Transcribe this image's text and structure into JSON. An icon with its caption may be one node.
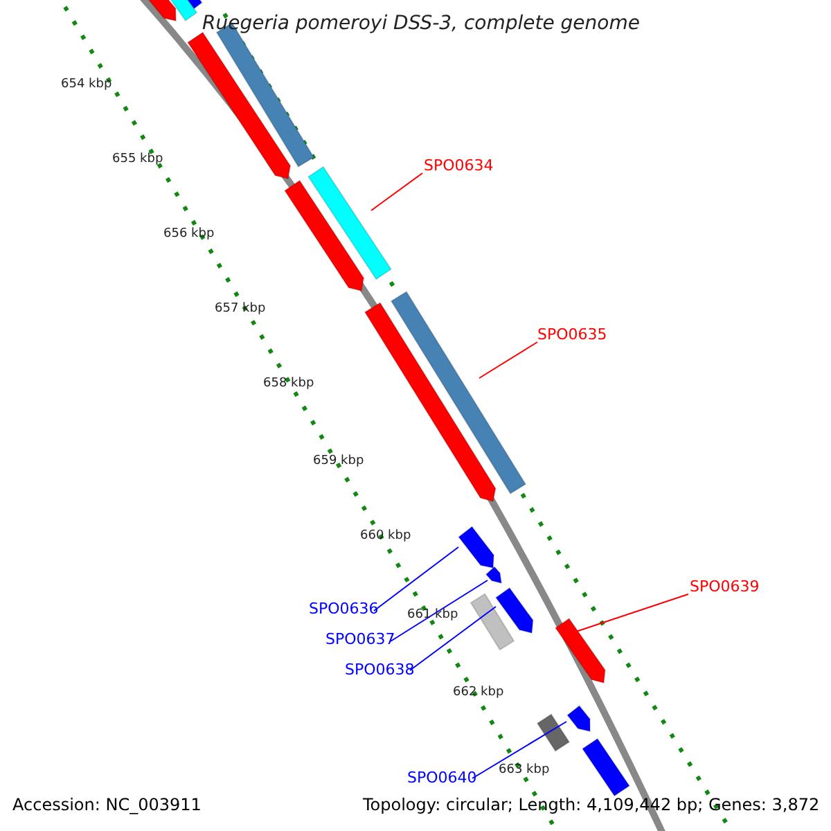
{
  "diagram": {
    "title": "Ruegeria pomeroyi DSS-3, complete genome",
    "nodes": [
      {
        "text": [],
        "shape": "arrow"
      },
      {
        "text": [],
        "shape": "bar"
      },
      {
        "text": [],
        "shape": "bar"
      },
      {
        "text": [],
        "shape": "arrow"
      },
      {
        "text": [],
        "shape": "bar"
      },
      {
        "text": [
          "SPO0634"
        ]
      },
      {
        "text": [],
        "shape": "arrow"
      },
      {
        "text": [],
        "shape": "bar"
      },
      {
        "text": [
          "SPO0635"
        ]
      },
      {
        "text": [],
        "shape": "arrow"
      },
      {
        "text": [],
        "shape": "bar"
      },
      {
        "text": [],
        "shape": "arrow"
      },
      {
        "text": [],
        "shape": "arrow"
      },
      {
        "text": [
          "SPO0636"
        ]
      },
      {
        "text": [
          "SPO0639"
        ]
      },
      {
        "text": [],
        "shape": "arrow"
      },
      {
        "text": [],
        "shape": "bar"
      },
      {
        "text": [
          "SPO0637"
        ]
      },
      {
        "text": [],
        "shape": "arrow"
      },
      {
        "text": [
          "SPO0638"
        ]
      },
      {
        "text": [],
        "shape": "bar"
      },
      {
        "text": [],
        "shape": "arrow"
      },
      {
        "text": [
          "SPO0640"
        ]
      },
      {
        "text": [],
        "shape": "bar"
      }
    ],
    "edges": [
      {
        "from": 5,
        "to": 7,
        "arrow": "none",
        "color": "#ff0000"
      },
      {
        "from": 8,
        "to": 10,
        "arrow": "none",
        "color": "#ff0000"
      },
      {
        "from": 13,
        "to": 11,
        "arrow": "none",
        "color": "#0000ff"
      },
      {
        "from": 17,
        "to": 12,
        "arrow": "none",
        "color": "#0000ff"
      },
      {
        "from": 19,
        "to": 15,
        "arrow": "none",
        "color": "#0000ff"
      },
      {
        "from": 14,
        "to": 18,
        "arrow": "none",
        "color": "#ff0000"
      },
      {
        "from": 22,
        "to": 21,
        "arrow": "none",
        "color": "#0000ff"
      }
    ],
    "labels": [
      "654 kbp",
      "655 kbp",
      "656 kbp",
      "657 kbp",
      "658 kbp",
      "659 kbp",
      "660 kbp",
      "661 kbp",
      "662 kbp",
      "663 kbp",
      "Accession: NC_003911",
      "Topology: circular; Length: 4,109,442 bp; Genes: 3,872"
    ]
  }
}
